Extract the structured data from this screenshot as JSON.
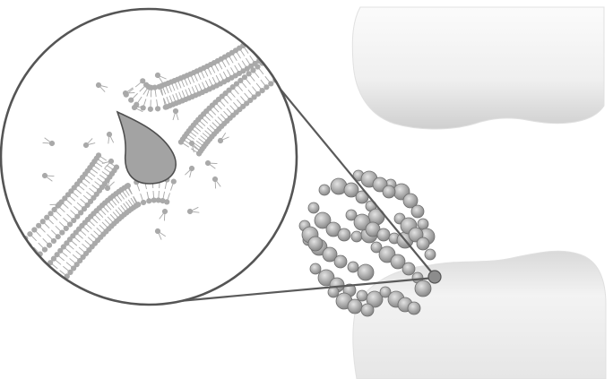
{
  "figure": {
    "kind": "medical illustration",
    "text_labels": [],
    "palette": {
      "background": "#ffffff",
      "outline": "#555555",
      "lipid_head": "#a9a9a9",
      "droplet": "#a3a3a3",
      "bone_light": "#f7f7f7",
      "bone_shade": "#d2d2d2",
      "bacteria": "#9a9a9a"
    },
    "parts": [
      "upper-bone",
      "lower-bone",
      "bacterial-colony",
      "magnifier-circle",
      "membrane-bilayer",
      "secreted-droplet",
      "free-lipid-molecules"
    ]
  }
}
